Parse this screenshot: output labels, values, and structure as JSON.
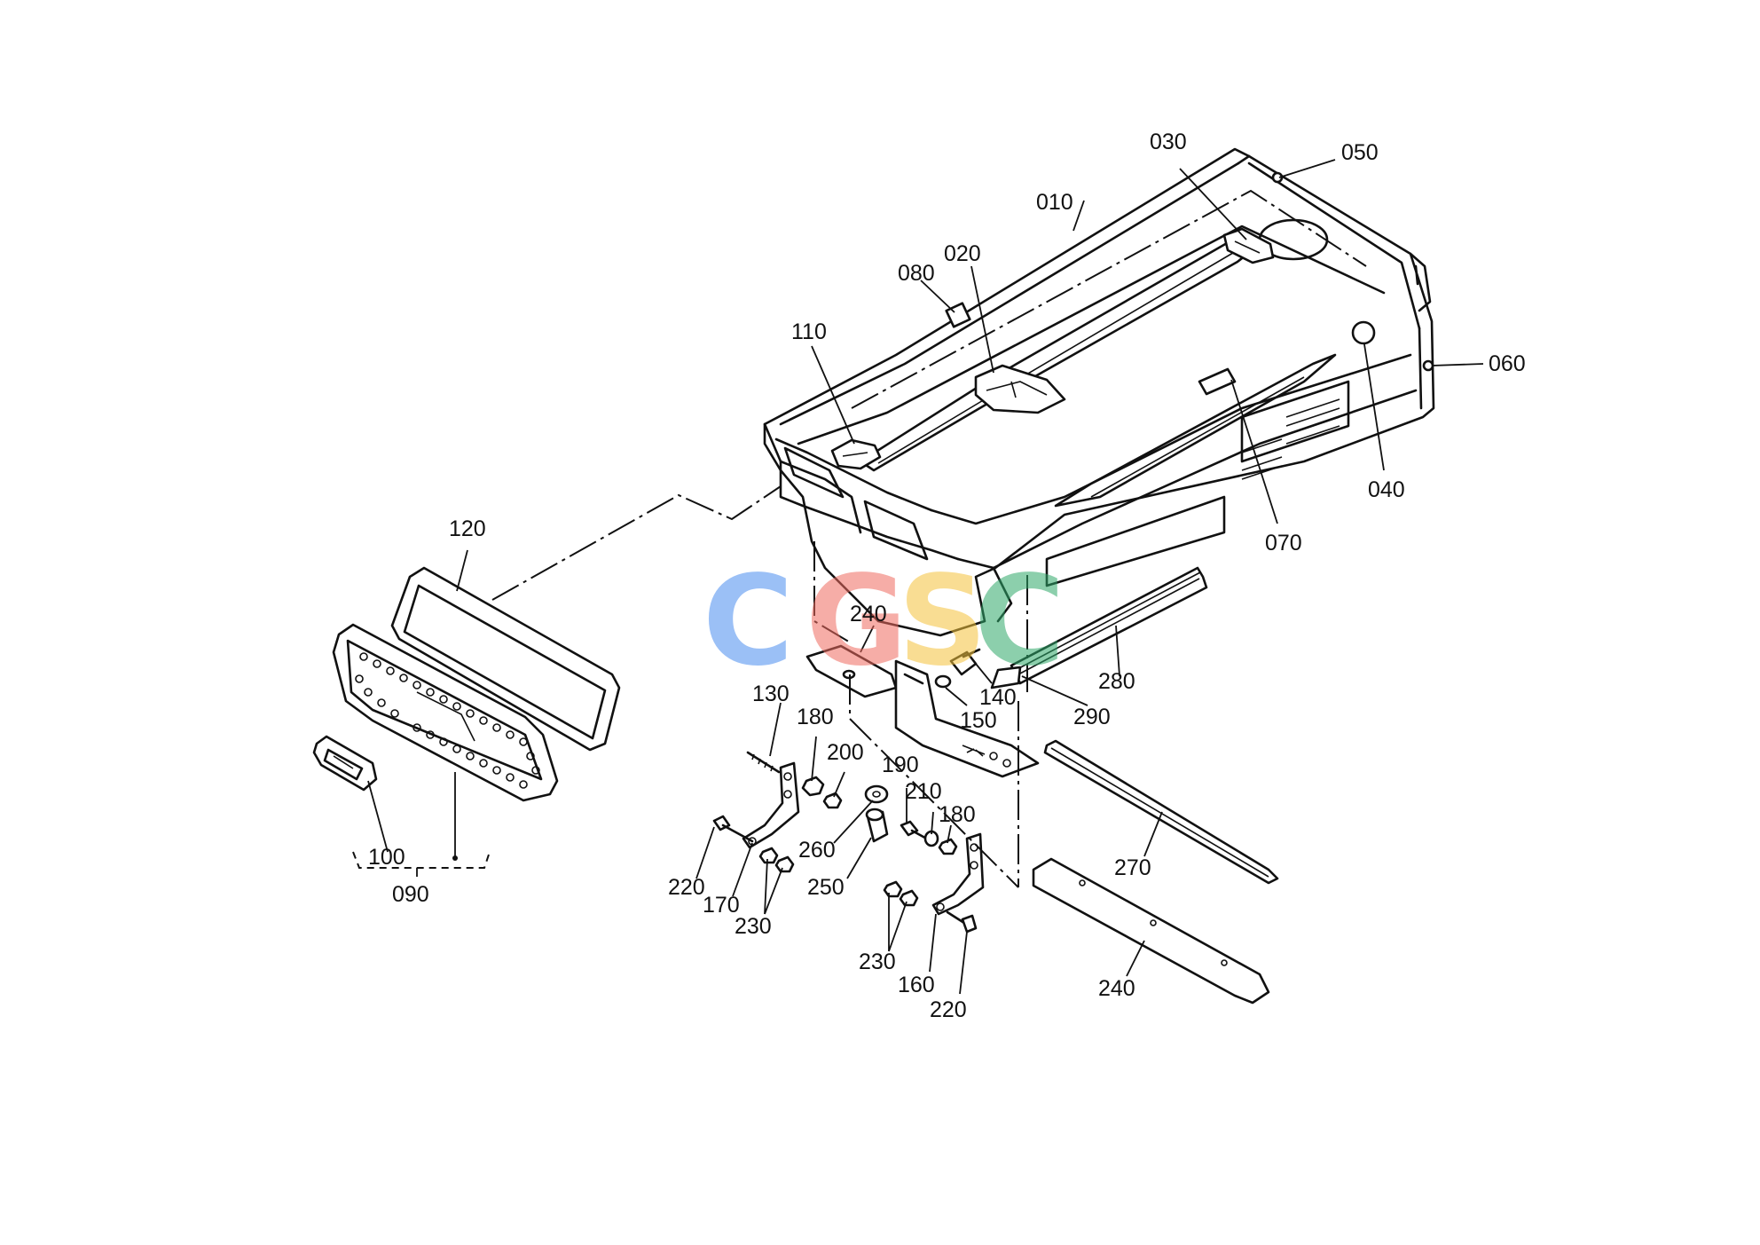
{
  "watermark": {
    "letters": [
      {
        "char": "C",
        "color": "#4a8df0"
      },
      {
        "char": "G",
        "color": "#ef6b60"
      },
      {
        "char": "S",
        "color": "#f5c33b"
      },
      {
        "char": "C",
        "color": "#2fa86a"
      }
    ]
  },
  "callouts": [
    {
      "id": "010",
      "text": "010"
    },
    {
      "id": "020",
      "text": "020"
    },
    {
      "id": "030",
      "text": "030"
    },
    {
      "id": "040",
      "text": "040"
    },
    {
      "id": "050",
      "text": "050"
    },
    {
      "id": "060",
      "text": "060"
    },
    {
      "id": "070",
      "text": "070"
    },
    {
      "id": "080",
      "text": "080"
    },
    {
      "id": "090",
      "text": "090"
    },
    {
      "id": "100",
      "text": "100"
    },
    {
      "id": "110",
      "text": "110"
    },
    {
      "id": "120",
      "text": "120"
    },
    {
      "id": "130",
      "text": "130"
    },
    {
      "id": "140",
      "text": "140"
    },
    {
      "id": "150",
      "text": "150"
    },
    {
      "id": "160",
      "text": "160"
    },
    {
      "id": "170",
      "text": "170"
    },
    {
      "id": "180a",
      "text": "180"
    },
    {
      "id": "180b",
      "text": "180"
    },
    {
      "id": "190",
      "text": "190"
    },
    {
      "id": "200",
      "text": "200"
    },
    {
      "id": "210",
      "text": "210"
    },
    {
      "id": "220a",
      "text": "220"
    },
    {
      "id": "220b",
      "text": "220"
    },
    {
      "id": "230a",
      "text": "230"
    },
    {
      "id": "230b",
      "text": "230"
    },
    {
      "id": "240a",
      "text": "240"
    },
    {
      "id": "240b",
      "text": "240"
    },
    {
      "id": "250",
      "text": "250"
    },
    {
      "id": "260",
      "text": "260"
    },
    {
      "id": "270",
      "text": "270"
    },
    {
      "id": "280",
      "text": "280"
    },
    {
      "id": "290",
      "text": "290"
    }
  ]
}
